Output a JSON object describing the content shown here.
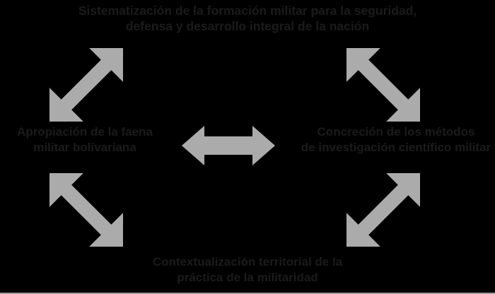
{
  "diagram": {
    "background_color": "#000000",
    "arrow_color": "#ababab",
    "text_color": "#1b1b1b",
    "nodes": {
      "top": {
        "label": "Sistematización de la formación militar para la seguridad,\ndefensa y desarrollo integral de la nación",
        "position": "top"
      },
      "left": {
        "label": "Apropiación de la faena\nmilitar bolivariana",
        "position": "left"
      },
      "right": {
        "label": "Concreción de los métodos\nde investigación científico militar",
        "position": "right"
      },
      "bottom": {
        "label": "Contextualización territorial de la\npráctica de la militaridad",
        "position": "bottom"
      }
    },
    "connectors": [
      {
        "name": "top-left-diagonal",
        "icon": "double-arrow-diagonal-ne-sw",
        "from": "center",
        "to": "top-left"
      },
      {
        "name": "top-right-diagonal",
        "icon": "double-arrow-diagonal-nw-se",
        "from": "center",
        "to": "top-right"
      },
      {
        "name": "bottom-left-diagonal",
        "icon": "double-arrow-diagonal-nw-se",
        "from": "center",
        "to": "bottom-left"
      },
      {
        "name": "bottom-right-diagonal",
        "icon": "double-arrow-diagonal-ne-sw",
        "from": "center",
        "to": "bottom-right"
      },
      {
        "name": "center-horizontal",
        "icon": "double-arrow-horizontal",
        "from": "left",
        "to": "right"
      }
    ]
  }
}
